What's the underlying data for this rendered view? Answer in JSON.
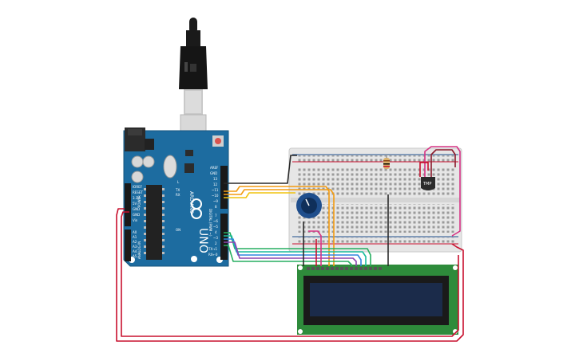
{
  "arduino": {
    "aref": "AREF",
    "gnd": "GND",
    "pin13": "13",
    "pin12": "12",
    "pin11": "~11",
    "pin10": "~10",
    "pin9": "~9",
    "pin8": "8",
    "pin7": "7",
    "pin6": "~6",
    "pin5": "~5",
    "pin4": "4",
    "pin3": "~3",
    "pin2": "2",
    "pin1": "TX→1",
    "pin0": "RX←0",
    "brand": "ARDUINO",
    "model": "UNO",
    "digital_label": "DIGITAL (PWM ~)",
    "power_label": "POWER",
    "analog_label": "ANALOG IN",
    "ioref": "IOREF",
    "reset": "RESET",
    "v33": "3.3V",
    "v5": "5V",
    "gnd_a": "GND",
    "gnd_b": "GND",
    "vin": "Vin",
    "a0": "A0",
    "a1": "A1",
    "a2": "A2",
    "a3": "A3",
    "a4": "A4",
    "a5": "A5",
    "on": "ON",
    "tx": "TX",
    "rx": "RX",
    "l": "L"
  },
  "sensor": {
    "label": "TMP"
  },
  "colors": {
    "board": "#1d6ca0",
    "breadboard": "#e6e6e6",
    "lcd_pcb": "#2e8b3b",
    "lcd_screen": "#1b2b4a",
    "wire_black": "#2a2a2a",
    "wire_red": "#c8102e",
    "wire_orange": "#f39c12",
    "wire_yellow": "#f1c40f",
    "wire_green": "#27ae60",
    "wire_teal": "#1abc9c",
    "wire_blue": "#2e86de",
    "wire_purple": "#8e44ad",
    "wire_pink": "#d63384"
  }
}
